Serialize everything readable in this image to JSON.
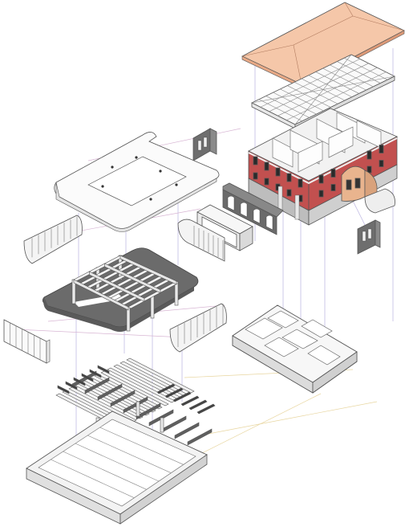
{
  "diagram": {
    "components": [
      {
        "id": "roof",
        "kind": "roof-plane"
      },
      {
        "id": "roof-truss",
        "kind": "truss-frame"
      },
      {
        "id": "historic-house",
        "kind": "existing-building"
      },
      {
        "id": "entry-facade-fragment",
        "kind": "wall-fragment"
      },
      {
        "id": "side-facade-fragment",
        "kind": "wall-fragment"
      },
      {
        "id": "arcade-wall",
        "kind": "colonnade"
      },
      {
        "id": "canopy-block",
        "kind": "box-canopy"
      },
      {
        "id": "ring-slab",
        "kind": "courtyard-slab"
      },
      {
        "id": "curved-wall-left",
        "kind": "curved-wall"
      },
      {
        "id": "curved-wall-center",
        "kind": "curved-wall"
      },
      {
        "id": "pergola-deck",
        "kind": "pergola-on-slab"
      },
      {
        "id": "glass-wall-left",
        "kind": "glazed-wall"
      },
      {
        "id": "curved-wall-right",
        "kind": "curved-wall"
      },
      {
        "id": "basement-grid",
        "kind": "foundation-grid"
      },
      {
        "id": "beam-grillage",
        "kind": "beam-grid"
      },
      {
        "id": "podium-base",
        "kind": "podium"
      }
    ],
    "colors": {
      "line": "#555555",
      "roof": "#f5c7a9",
      "brick": "#c2504f",
      "dark": "#666666",
      "slab": "#7a7a7a",
      "lightgray": "#eeeeee",
      "guide1": "#b9b2e0",
      "guide2": "#e8d6a0",
      "guide3": "#d8b6d4"
    }
  }
}
